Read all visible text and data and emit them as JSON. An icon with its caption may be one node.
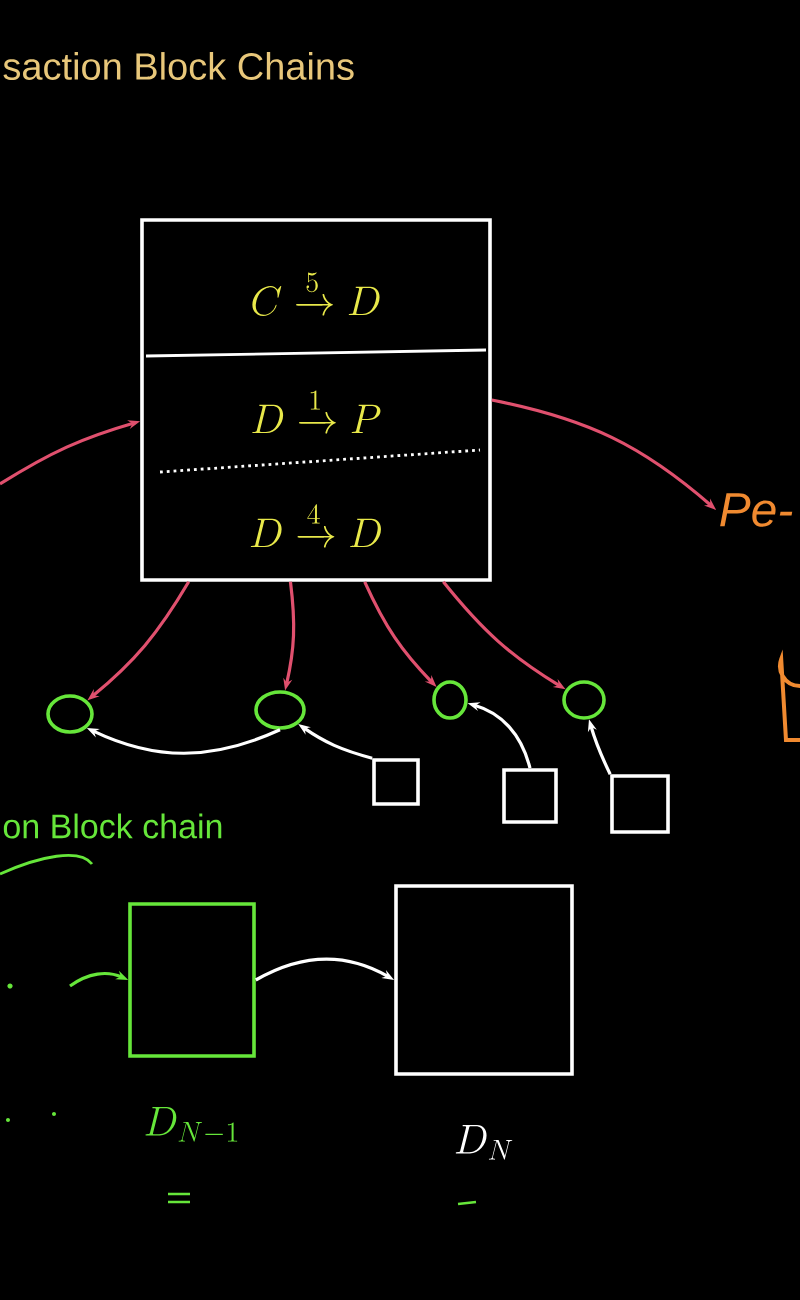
{
  "diagram": {
    "title": "saction Block Chains",
    "nodes": [
      {
        "text": [],
        "shape": "box"
      },
      {
        "text": [
          "C \\xrightarrow{5} D"
        ],
        "in": 0
      },
      {
        "text": [
          "D \\xrightarrow{1} P"
        ],
        "in": 0
      },
      {
        "text": [
          "D \\xrightarrow{4} D"
        ],
        "in": 0
      },
      {
        "text": [],
        "shape": "circle"
      },
      {
        "text": [],
        "shape": "circle"
      },
      {
        "text": [],
        "shape": "circle"
      },
      {
        "text": [],
        "shape": "circle"
      },
      {
        "text": [],
        "shape": "box"
      },
      {
        "text": [],
        "shape": "box"
      },
      {
        "text": [],
        "shape": "box"
      },
      {
        "text": [],
        "shape": "box",
        "beside": [
          "D_{N-1}"
        ]
      },
      {
        "text": [],
        "shape": "box",
        "beside": [
          "D_{N}"
        ]
      },
      {
        "text": [
          "Pe-"
        ]
      },
      {
        "text": [],
        "shape": "dots"
      }
    ],
    "edges": [
      {
        "from": null,
        "to": 0,
        "arrow": "to",
        "color": "#e0506e"
      },
      {
        "from": 0,
        "to": 13,
        "arrow": "to",
        "color": "#e0506e"
      },
      {
        "from": 0,
        "to": 4,
        "arrow": "to",
        "color": "#e0506e"
      },
      {
        "from": 0,
        "to": 5,
        "arrow": "to",
        "color": "#e0506e"
      },
      {
        "from": 0,
        "to": 6,
        "arrow": "to",
        "color": "#e0506e"
      },
      {
        "from": 0,
        "to": 7,
        "arrow": "to",
        "color": "#e0506e"
      },
      {
        "from": 8,
        "to": 5,
        "arrow": "to",
        "color": "#ffffff"
      },
      {
        "from": 9,
        "to": 6,
        "arrow": "to",
        "color": "#ffffff"
      },
      {
        "from": 10,
        "to": 7,
        "arrow": "to",
        "color": "#ffffff"
      },
      {
        "from": 5,
        "to": 4,
        "arrow": "to",
        "color": "#ffffff"
      },
      {
        "from": 14,
        "to": 11,
        "arrow": "to",
        "color": "#66e63a"
      },
      {
        "from": 11,
        "to": 12,
        "arrow": "to",
        "color": "#ffffff"
      }
    ],
    "labels": [
      "on Block chain"
    ]
  }
}
